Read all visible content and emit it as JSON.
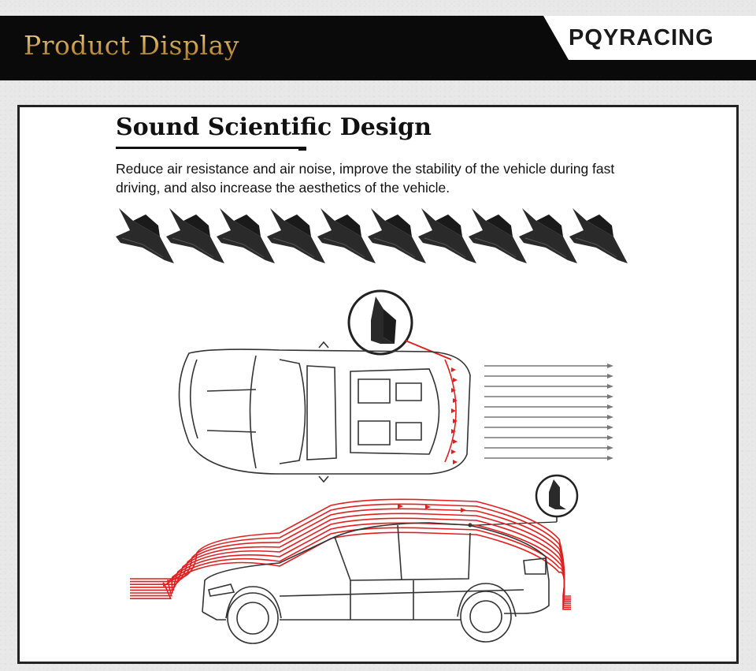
{
  "header": {
    "title": "Product Display",
    "brand": "PQYRACING"
  },
  "content": {
    "heading": "Sound Scientific Design",
    "description": "Reduce air resistance and air noise, improve the stability of the vehicle during fast driving, and also increase the aesthetics of the vehicle."
  },
  "product": {
    "item_icon": "shark-fin-diffuser-icon",
    "visible_count": 10
  },
  "colors": {
    "header_bg": "#0a0a0a",
    "title_gold": "#d8b36a",
    "airflow_red": "#e02020",
    "airflow_gray": "#777777",
    "fin_dark": "#2a2a2a"
  }
}
